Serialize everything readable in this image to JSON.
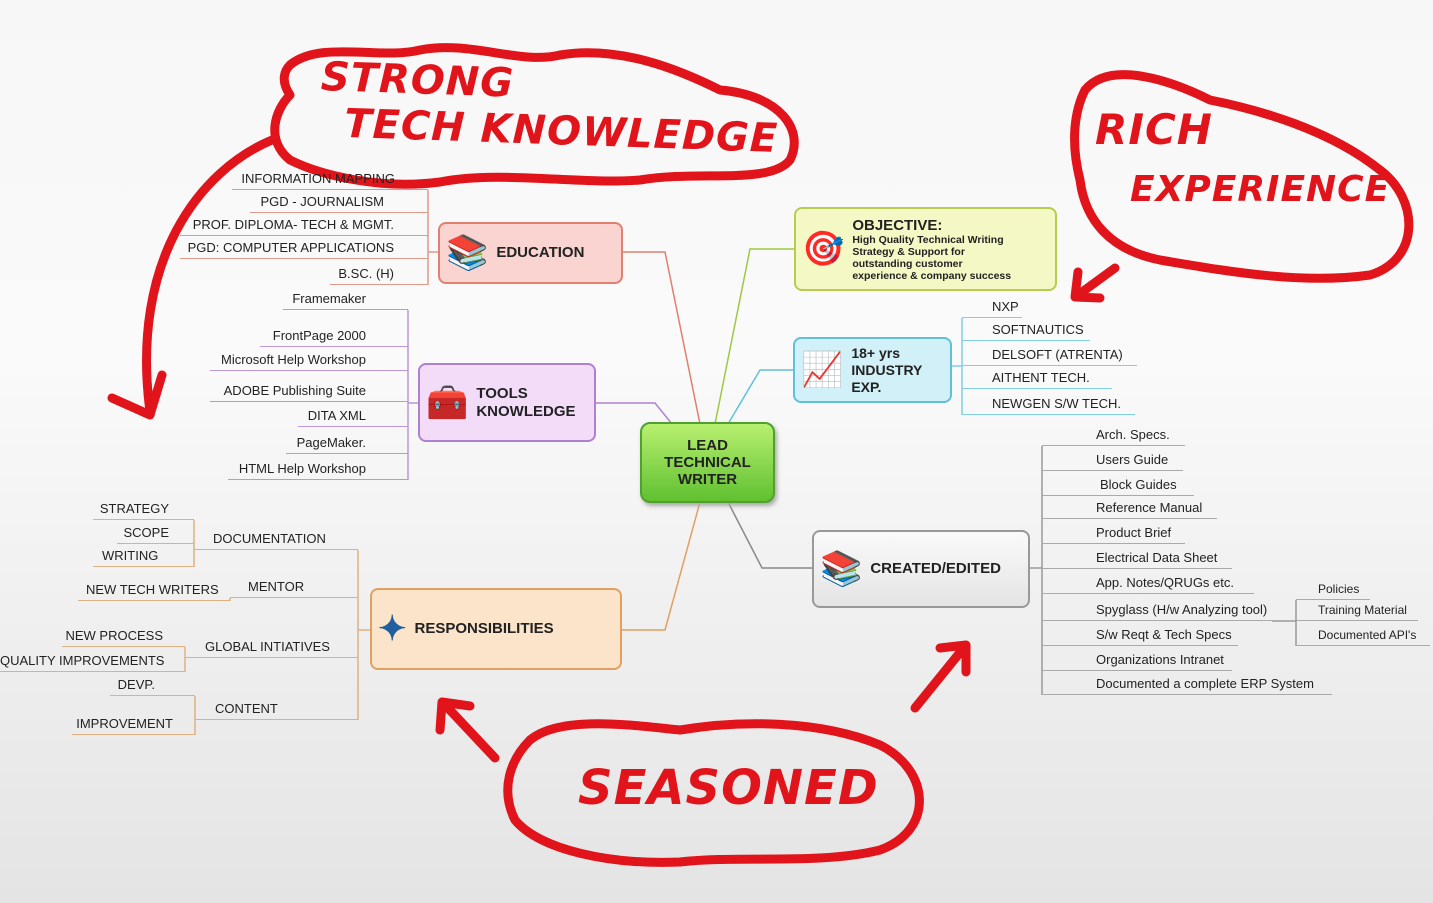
{
  "center": [
    "LEAD",
    "TECHNICAL",
    "WRITER"
  ],
  "education": {
    "label": "EDUCATION",
    "icon": "books-apple-icon",
    "items": [
      "INFORMATION MAPPING",
      "PGD - JOURNALISM",
      "PROF. DIPLOMA- TECH & MGMT.",
      "PGD: COMPUTER APPLICATIONS",
      "B.SC. (H)"
    ]
  },
  "tools": {
    "label": [
      "TOOLS",
      "KNOWLEDGE"
    ],
    "icon": "person-carrying-tools-icon",
    "items": [
      "Framemaker",
      "FrontPage 2000",
      "Microsoft Help Workshop",
      "ADOBE Publishing Suite",
      "DITA XML",
      "PageMaker.",
      "HTML Help Workshop"
    ]
  },
  "responsibilities": {
    "label": "RESPONSIBILITIES",
    "icon": "compass-icon",
    "documentation": {
      "label": "DOCUMENTATION",
      "items": [
        "STRATEGY",
        "SCOPE",
        "WRITING"
      ]
    },
    "mentor": {
      "label": "MENTOR",
      "items": [
        "NEW TECH WRITERS"
      ]
    },
    "global": {
      "label": "GLOBAL INTIATIVES",
      "items": [
        "NEW PROCESS",
        "QUALITY IMPROVEMENTS"
      ]
    },
    "content": {
      "label": "CONTENT",
      "items": [
        "DEVP.",
        "IMPROVEMENT"
      ]
    }
  },
  "objective": {
    "title": "OBJECTIVE:",
    "text": [
      "High Quality Technical Writing",
      "Strategy & Support for",
      "outstanding customer",
      "experience & company success"
    ],
    "icon": "target-runner-icon"
  },
  "industry": {
    "label": [
      "18+ yrs",
      "INDUSTRY",
      "EXP."
    ],
    "icon": "growth-chart-person-icon",
    "items": [
      "NXP",
      "SOFTNAUTICS",
      "DELSOFT (ATRENTA)",
      "AITHENT TECH.",
      "NEWGEN S/W TECH."
    ]
  },
  "created": {
    "label": "CREATED/EDITED",
    "icon": "book-stack-icon",
    "items": [
      "Arch. Specs.",
      "Users Guide",
      "Block Guides",
      "Reference Manual",
      "Product Brief",
      "Electrical Data Sheet",
      "App. Notes/QRUGs etc.",
      "Spyglass (H/w Analyzing tool)",
      "S/w Reqt & Tech Specs",
      "Organizations Intranet",
      "Documented a complete ERP System"
    ],
    "spyglass_items": [
      "Policies",
      "Training Material",
      "Documented API's"
    ]
  },
  "annotations": {
    "strong": [
      "STRONG",
      "TECH KNOWLEDGE"
    ],
    "rich": [
      "RICH",
      "EXPERIENCE"
    ],
    "seasoned": "SEASONED",
    "color": "#e0141a"
  }
}
